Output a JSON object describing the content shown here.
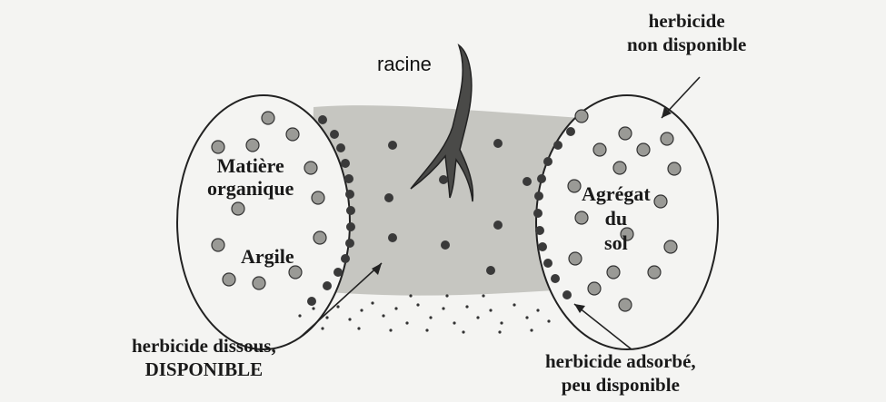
{
  "labels": {
    "racine": "racine",
    "matiere_organique_line1": "Matière",
    "matiere_organique_line2": "organique",
    "argile": "Argile",
    "agregat_line1": "Agrégat",
    "agregat_line2": "du",
    "agregat_line3": "sol",
    "herbicide_non_disponible_line1": "herbicide",
    "herbicide_non_disponible_line2": "non disponible",
    "herbicide_dissous_line1": "herbicide dissous,",
    "herbicide_dissous_line2": "DISPONIBLE",
    "herbicide_adsorbe_line1": "herbicide adsorbé,",
    "herbicide_adsorbe_line2": "peu disponible"
  },
  "colors": {
    "outline": "#222222",
    "water_band": "#b9b9b5",
    "dark_dot": "#3a3a3a",
    "light_dot": "#9a9a96",
    "root": "#4a4a48"
  }
}
